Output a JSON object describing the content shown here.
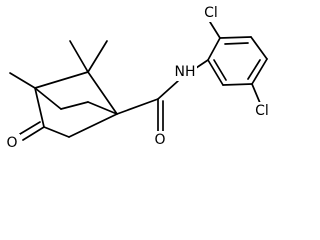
{
  "molecule": {
    "atom_labels": {
      "chlorine_top": "Cl",
      "chlorine_bottom": "Cl",
      "amide_nitrogen": "NH",
      "ketone_oxygen": "O",
      "amide_oxygen": "O"
    },
    "colors": {
      "bond": "#000000",
      "label": "#000000",
      "background": "#ffffff"
    }
  }
}
